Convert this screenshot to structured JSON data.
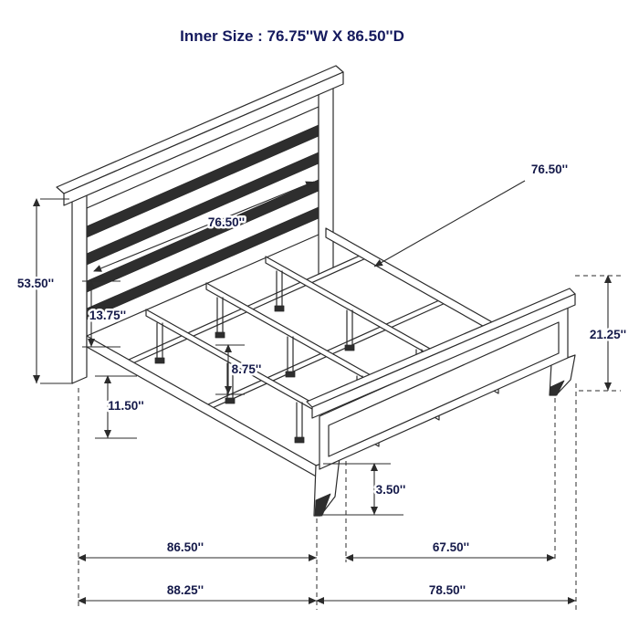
{
  "title": "Inner Size : 76.75''W X 86.50''D",
  "dimensions": {
    "headboard_inner_width": "76.50''",
    "slat_rail_length": "76.50''",
    "headboard_height": "53.50''",
    "headboard_panel_to_rail": "13.75''",
    "rail_to_floor": "11.50''",
    "center_support_height": "8.75''",
    "footboard_height": "21.25''",
    "footboard_leg_height": "3.50''",
    "inner_depth": "86.50''",
    "rail_to_footboard_span": "67.50''",
    "overall_depth": "88.25''",
    "footboard_outer_span": "78.50''"
  },
  "colors": {
    "line": "#2b2b2b",
    "dim_text": "#151a4a",
    "slat_fill": "#2e2e2e",
    "background": "#ffffff"
  }
}
